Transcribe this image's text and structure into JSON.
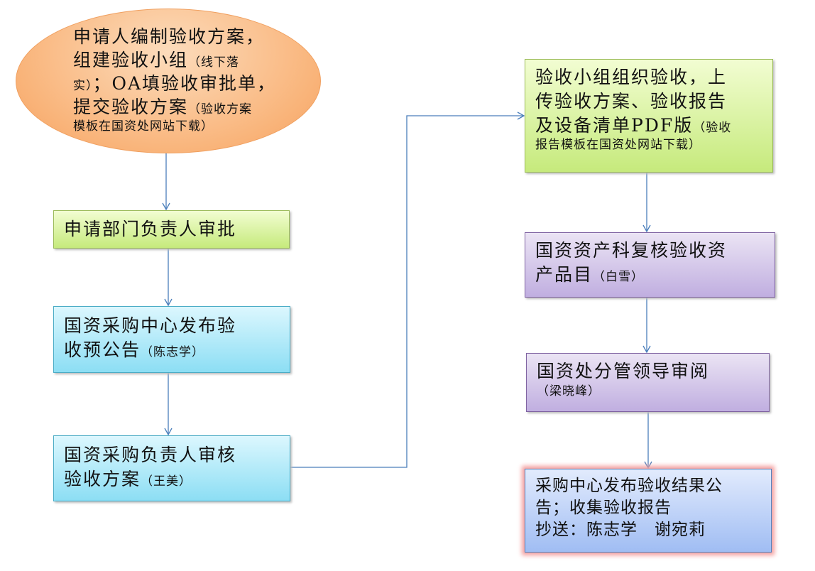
{
  "start": {
    "l1": "申请人编制验收方案，",
    "l2a": "组建验收小组",
    "l2b": "（线下落",
    "l3a": "实）",
    "l3b": "；OA填验收审批单，",
    "l4a": "提交验收方案",
    "l4b": "（验收方案",
    "l5": "模板在国资处网站下载）"
  },
  "step1": {
    "l1": "申请部门负责人审批"
  },
  "step2": {
    "l1": "国资采购中心发布验",
    "l2a": "收预公告",
    "l2b": "（陈志学）"
  },
  "step3": {
    "l1": "国资采购负责人审核",
    "l2a": "验收方案",
    "l2b": "（王美）"
  },
  "step4": {
    "l1": "验收小组组织验收，上",
    "l2": "传验收方案、验收报告",
    "l3a": "及设备清单PDF版",
    "l3b": "（验收",
    "l4": "报告模板在国资处网站下载）"
  },
  "step5": {
    "l1": "国资资产科复核验收资",
    "l2a": "产品目",
    "l2b": "（白雪）"
  },
  "step6": {
    "l1": "国资处分管领导审阅",
    "l2": "（梁晓峰）"
  },
  "step7": {
    "l1": "采购中心发布验收结果公",
    "l2": "告；收集验收报告",
    "l3": "抄送：陈志学　谢宛莉"
  },
  "colors": {
    "arrow": "#4a7ebb",
    "orange": "#f9b47a",
    "green": "#c6ea7c",
    "cyan": "#8cdef4",
    "purple": "#c0aee0",
    "blue": "#a0bdf3"
  }
}
